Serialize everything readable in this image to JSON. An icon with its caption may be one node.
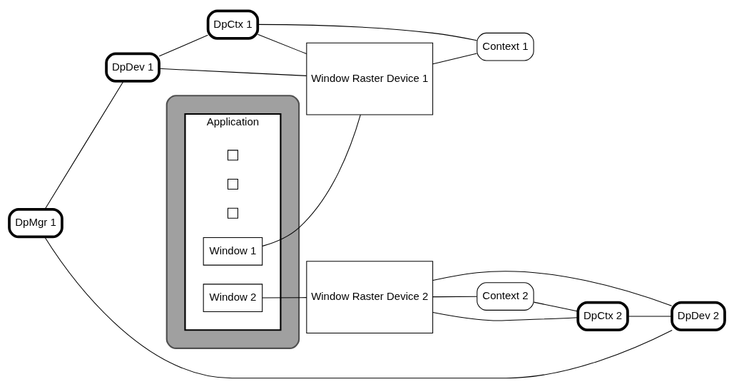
{
  "diagram": {
    "nodes": [
      {
        "text": [],
        "shape": "box"
      },
      {
        "text": [
          "Application"
        ],
        "in": 0
      },
      {
        "text": [],
        "shape": "box",
        "in": 1
      },
      {
        "text": [],
        "shape": "box",
        "in": 1
      },
      {
        "text": [],
        "shape": "box",
        "in": 1
      },
      {
        "text": [
          "Window 1"
        ],
        "in": 1
      },
      {
        "text": [
          "Window 2"
        ],
        "in": 1
      },
      {
        "text": [
          "DpDev 1"
        ]
      },
      {
        "text": [
          "DpCtx 1"
        ]
      },
      {
        "text": [
          "Window Raster Device 1"
        ]
      },
      {
        "text": [
          "Context 1"
        ]
      },
      {
        "text": [
          "Window Raster Device 2"
        ]
      },
      {
        "text": [
          "Context 2"
        ]
      },
      {
        "text": [
          "DpCtx 2"
        ]
      },
      {
        "text": [
          "DpMgr 1"
        ]
      },
      {
        "text": [
          "DpDev 2"
        ]
      }
    ],
    "edges": [
      {
        "from": 7,
        "to": 8,
        "arrow": "none"
      },
      {
        "from": 7,
        "to": 9,
        "arrow": "none"
      },
      {
        "from": 8,
        "to": 9,
        "arrow": "none"
      },
      {
        "from": 8,
        "to": 10,
        "arrow": "none"
      },
      {
        "from": 5,
        "to": 9,
        "arrow": "none"
      },
      {
        "from": 9,
        "to": 10,
        "arrow": "none"
      },
      {
        "from": 6,
        "to": 11,
        "arrow": "none"
      },
      {
        "from": 11,
        "to": 12,
        "arrow": "none"
      },
      {
        "from": 12,
        "to": 13,
        "arrow": "none"
      },
      {
        "from": 11,
        "to": 13,
        "arrow": "none"
      },
      {
        "from": 11,
        "to": 15,
        "arrow": "none"
      },
      {
        "from": 13,
        "to": 15,
        "arrow": "none"
      },
      {
        "from": 14,
        "to": 15,
        "arrow": "none"
      },
      {
        "from": 14,
        "to": 7,
        "arrow": "none"
      }
    ]
  }
}
